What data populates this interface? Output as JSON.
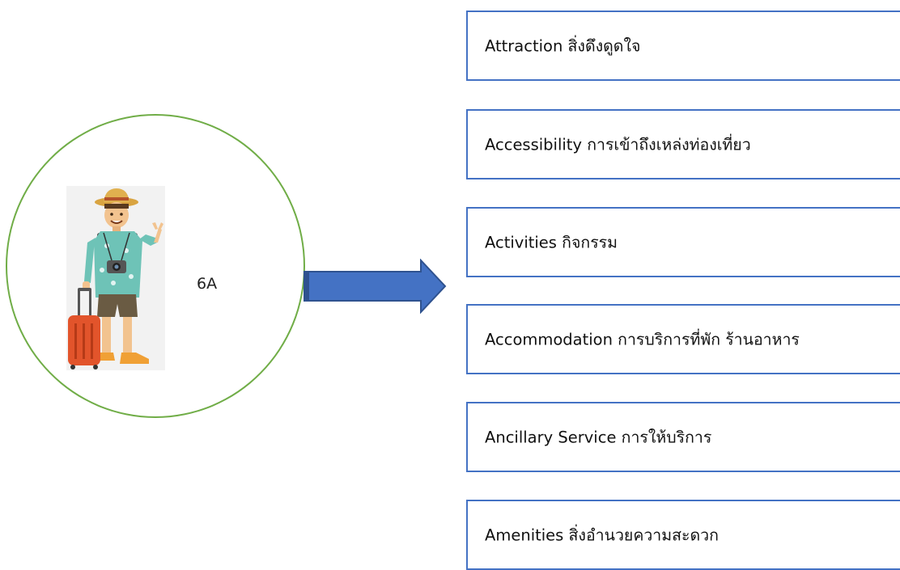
{
  "center": {
    "label": "6A"
  },
  "items": [
    {
      "text": "Attraction   สิ่งดึงดูดใจ"
    },
    {
      "text": "Accessibility   การเข้าถึงเหล่งท่องเที่ยว"
    },
    {
      "text": "Activities   กิจกรรม"
    },
    {
      "text": "Accommodation   การบริการที่พัก ร้านอาหาร"
    },
    {
      "text": "Ancillary Service   การให้บริการ"
    },
    {
      "text": "Amenities   สิ่งอำนวยความสะดวก"
    }
  ],
  "colors": {
    "circle": "#70ad47",
    "box_border": "#4472c4",
    "arrow_fill": "#4472c4",
    "arrow_stroke": "#2f528f"
  },
  "icons": {
    "traveler": "traveler-icon"
  }
}
